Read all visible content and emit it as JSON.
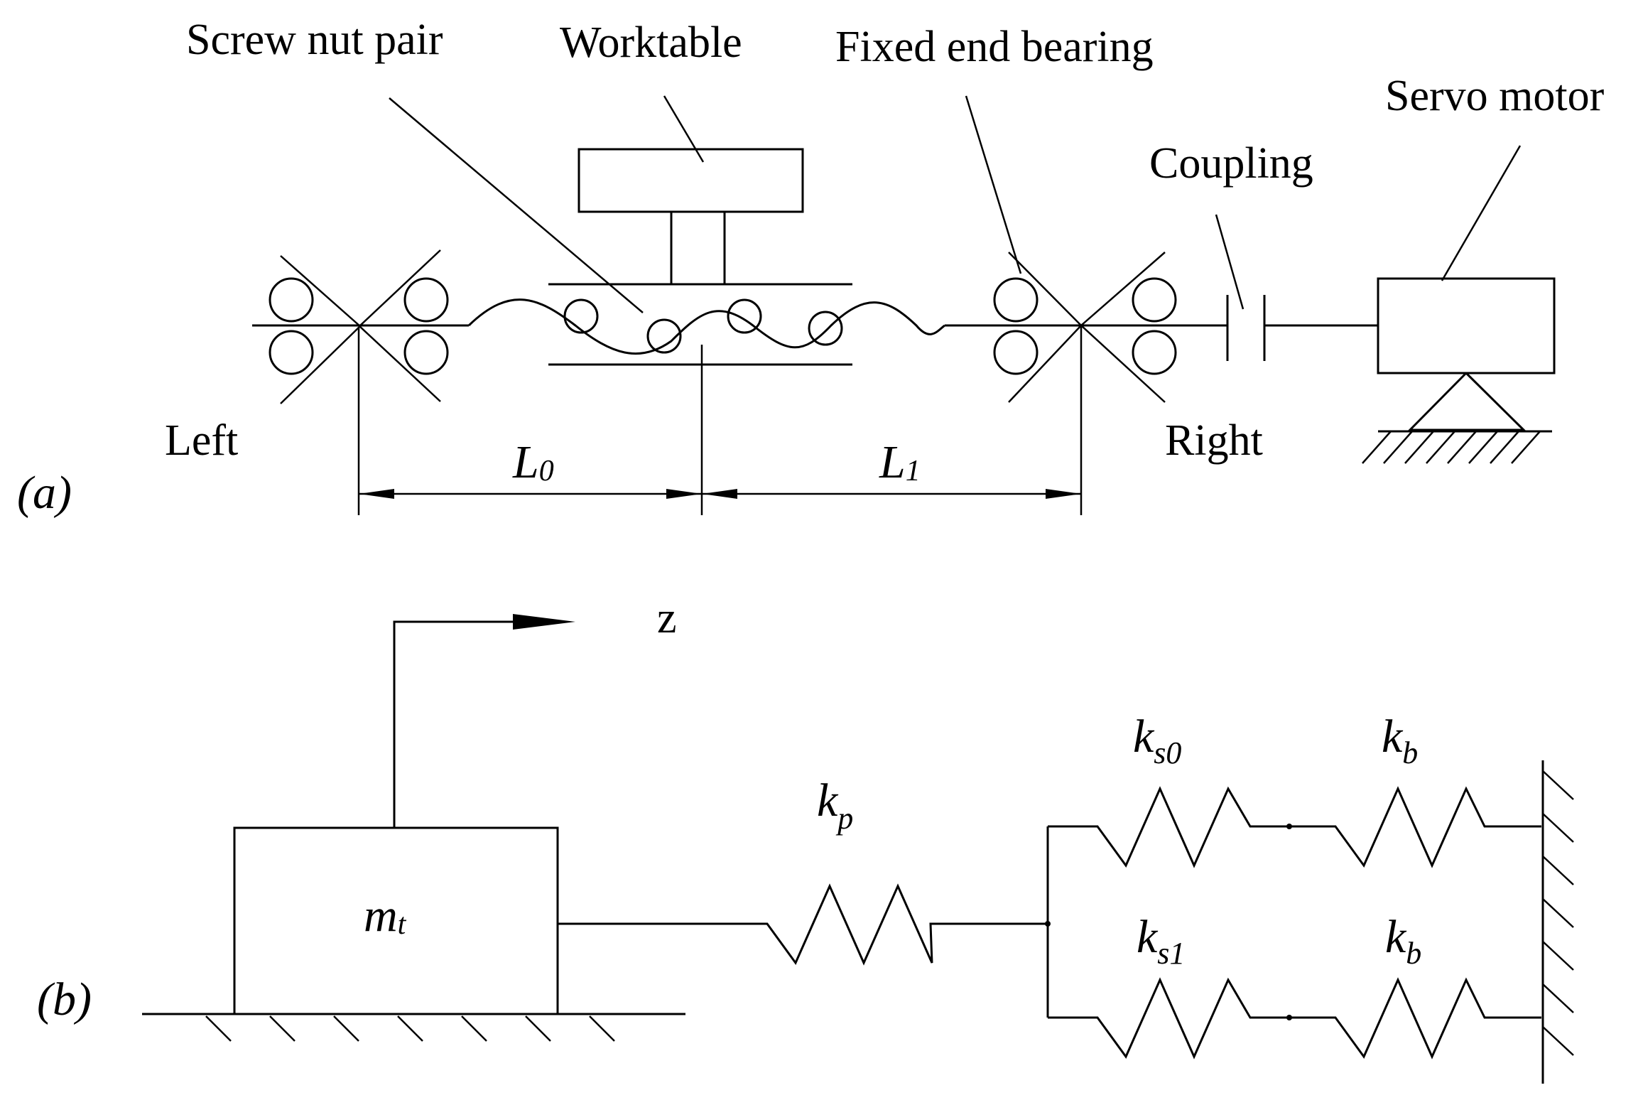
{
  "part_a": {
    "panel_label": "(a)",
    "labels": {
      "screw_nut_pair": "Screw nut pair",
      "worktable": "Worktable",
      "fixed_end_bearing": "Fixed end bearing",
      "servo_motor": "Servo motor",
      "coupling": "Coupling",
      "left": "Left",
      "right": "Right",
      "L0_main": "L",
      "L0_sub": "0",
      "L1_main": "L",
      "L1_sub": "1"
    }
  },
  "part_b": {
    "panel_label": "(b)",
    "labels": {
      "z": "z",
      "mass_main": "m",
      "mass_sub": "t",
      "kp_main": "k",
      "kp_sub": "p",
      "ks0_main": "k",
      "ks0_sub": "s0",
      "ks1_main": "k",
      "ks1_sub": "s1",
      "kb_top_main": "k",
      "kb_top_sub": "b",
      "kb_bottom_main": "k",
      "kb_bottom_sub": "b"
    }
  }
}
